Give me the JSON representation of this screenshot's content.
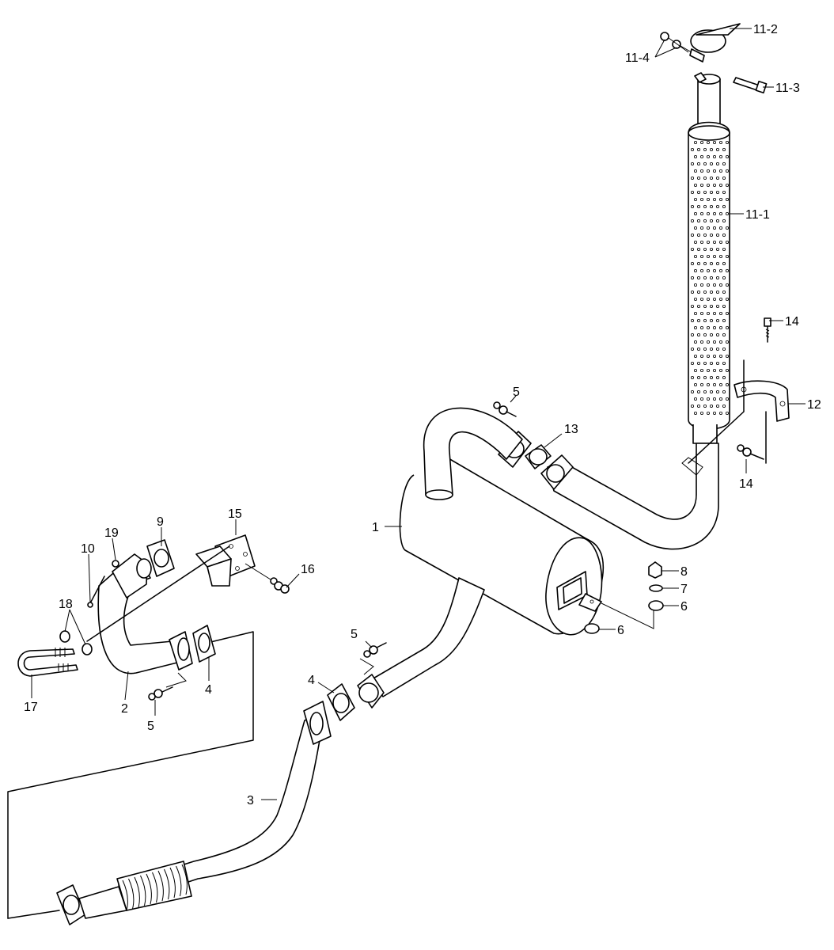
{
  "labels": {
    "l1": "1",
    "l2": "2",
    "l3": "3",
    "l4a": "4",
    "l4b": "4",
    "l5a": "5",
    "l5b": "5",
    "l5c": "5",
    "l6a": "6",
    "l6b": "6",
    "l7": "7",
    "l8": "8",
    "l9": "9",
    "l10": "10",
    "l11_1": "11-1",
    "l11_2": "11-2",
    "l11_3": "11-3",
    "l11_4": "11-4",
    "l12": "12",
    "l13": "13",
    "l14a": "14",
    "l14b": "14",
    "l15": "15",
    "l16": "16",
    "l17": "17",
    "l18": "18",
    "l19": "19"
  }
}
